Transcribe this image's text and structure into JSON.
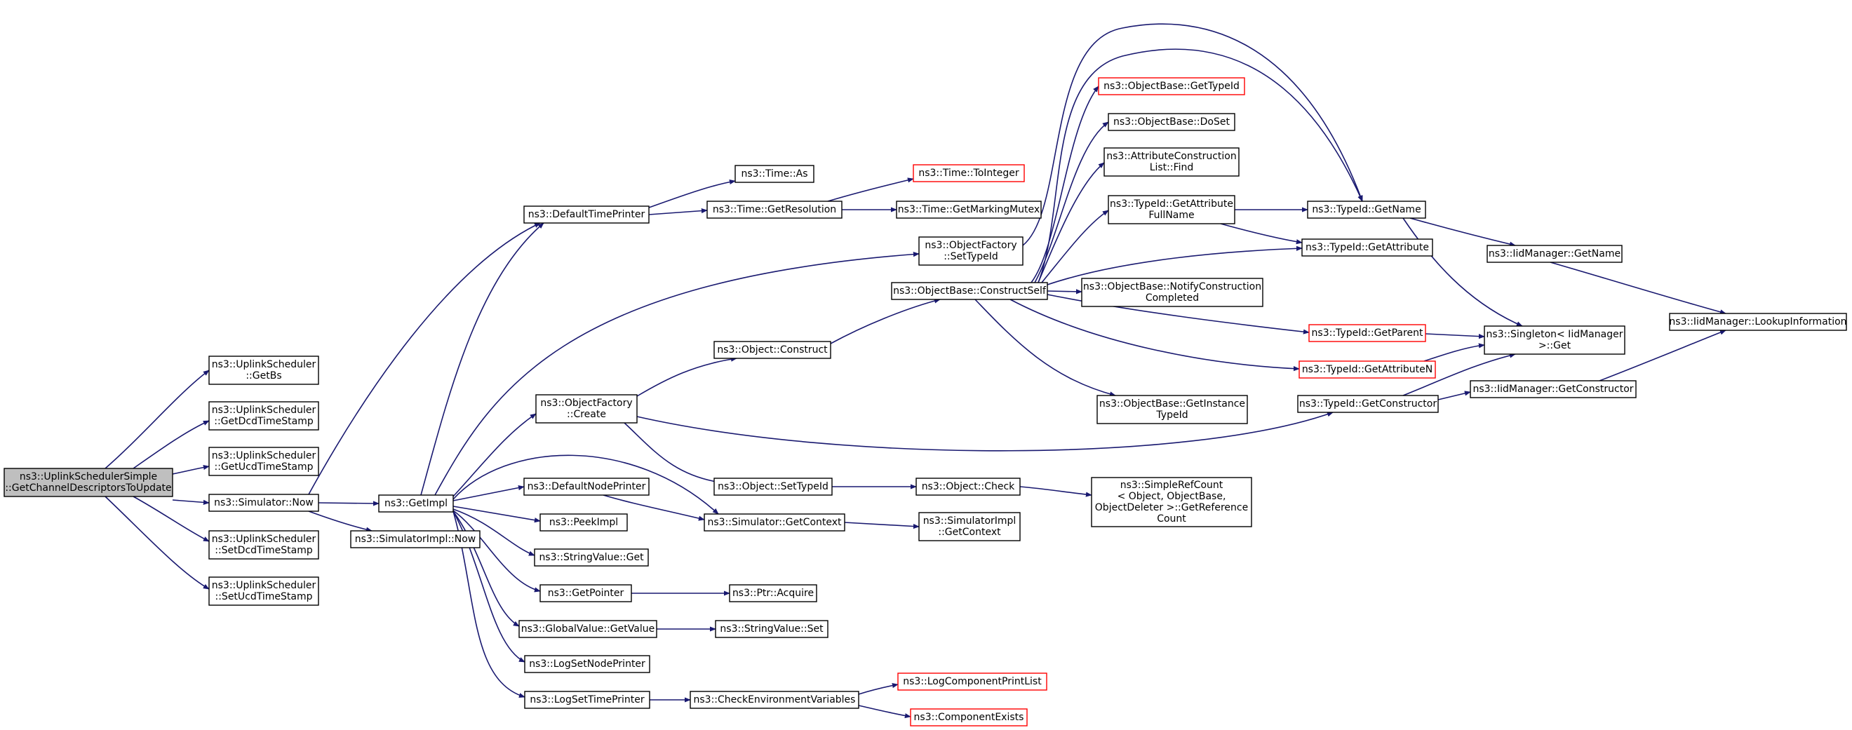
{
  "colors": {
    "edge": "#191970",
    "node_border": "#000000",
    "node_border_truncated": "#ff0000",
    "root_fill": "#bfbfbf",
    "node_fill": "#ffffff"
  },
  "nodes": [
    {
      "id": "root",
      "lines": [
        "ns3::UplinkSchedulerSimple",
        "::GetChannelDescriptorsToUpdate"
      ],
      "style": "root"
    },
    {
      "id": "getbs",
      "lines": [
        "ns3::UplinkScheduler",
        "::GetBs"
      ],
      "style": "normal"
    },
    {
      "id": "getdcd",
      "lines": [
        "ns3::UplinkScheduler",
        "::GetDcdTimeStamp"
      ],
      "style": "normal"
    },
    {
      "id": "getucd",
      "lines": [
        "ns3::UplinkScheduler",
        "::GetUcdTimeStamp"
      ],
      "style": "normal"
    },
    {
      "id": "simnow",
      "lines": [
        "ns3::Simulator::Now"
      ],
      "style": "normal"
    },
    {
      "id": "setdcd",
      "lines": [
        "ns3::UplinkScheduler",
        "::SetDcdTimeStamp"
      ],
      "style": "normal"
    },
    {
      "id": "setucd",
      "lines": [
        "ns3::UplinkScheduler",
        "::SetUcdTimeStamp"
      ],
      "style": "normal"
    },
    {
      "id": "getimpl",
      "lines": [
        "ns3::GetImpl"
      ],
      "style": "normal"
    },
    {
      "id": "simimplnow",
      "lines": [
        "ns3::SimulatorImpl::Now"
      ],
      "style": "normal"
    },
    {
      "id": "deftimeprinter",
      "lines": [
        "ns3::DefaultTimePrinter"
      ],
      "style": "normal"
    },
    {
      "id": "timeas",
      "lines": [
        "ns3::Time::As"
      ],
      "style": "normal"
    },
    {
      "id": "timegetres",
      "lines": [
        "ns3::Time::GetResolution"
      ],
      "style": "normal"
    },
    {
      "id": "timetoint",
      "lines": [
        "ns3::Time::ToInteger"
      ],
      "style": "truncated"
    },
    {
      "id": "timemutex",
      "lines": [
        "ns3::Time::GetMarkingMutex"
      ],
      "style": "normal"
    },
    {
      "id": "ofsettypeid",
      "lines": [
        "ns3::ObjectFactory",
        "::SetTypeId"
      ],
      "style": "normal"
    },
    {
      "id": "ofcreate",
      "lines": [
        "ns3::ObjectFactory",
        "::Create"
      ],
      "style": "normal"
    },
    {
      "id": "objconstruct",
      "lines": [
        "ns3::Object::Construct"
      ],
      "style": "normal"
    },
    {
      "id": "obconstructself",
      "lines": [
        "ns3::ObjectBase::ConstructSelf"
      ],
      "style": "normal"
    },
    {
      "id": "objsettypeid",
      "lines": [
        "ns3::Object::SetTypeId"
      ],
      "style": "normal"
    },
    {
      "id": "objcheck",
      "lines": [
        "ns3::Object::Check"
      ],
      "style": "normal"
    },
    {
      "id": "refcount",
      "lines": [
        "ns3::SimpleRefCount",
        "< Object, ObjectBase,",
        "ObjectDeleter >::GetReference",
        "Count"
      ],
      "style": "normal"
    },
    {
      "id": "defnodeprinter",
      "lines": [
        "ns3::DefaultNodePrinter"
      ],
      "style": "normal"
    },
    {
      "id": "simgetcontext",
      "lines": [
        "ns3::Simulator::GetContext"
      ],
      "style": "normal"
    },
    {
      "id": "simimplgetcontext",
      "lines": [
        "ns3::SimulatorImpl",
        "::GetContext"
      ],
      "style": "normal"
    },
    {
      "id": "peekimpl",
      "lines": [
        "ns3::PeekImpl"
      ],
      "style": "normal"
    },
    {
      "id": "strvalget",
      "lines": [
        "ns3::StringValue::Get"
      ],
      "style": "normal"
    },
    {
      "id": "getpointer",
      "lines": [
        "ns3::GetPointer"
      ],
      "style": "normal"
    },
    {
      "id": "ptracquire",
      "lines": [
        "ns3::Ptr::Acquire"
      ],
      "style": "normal"
    },
    {
      "id": "gvgetvalue",
      "lines": [
        "ns3::GlobalValue::GetValue"
      ],
      "style": "normal"
    },
    {
      "id": "strvalset",
      "lines": [
        "ns3::StringValue::Set"
      ],
      "style": "normal"
    },
    {
      "id": "logsetnode",
      "lines": [
        "ns3::LogSetNodePrinter"
      ],
      "style": "normal"
    },
    {
      "id": "logsettime",
      "lines": [
        "ns3::LogSetTimePrinter"
      ],
      "style": "normal"
    },
    {
      "id": "checkenv",
      "lines": [
        "ns3::CheckEnvironmentVariables"
      ],
      "style": "normal"
    },
    {
      "id": "logcompprint",
      "lines": [
        "ns3::LogComponentPrintList"
      ],
      "style": "truncated"
    },
    {
      "id": "compexists",
      "lines": [
        "ns3::ComponentExists"
      ],
      "style": "truncated"
    },
    {
      "id": "obgettypeid",
      "lines": [
        "ns3::ObjectBase::GetTypeId"
      ],
      "style": "truncated"
    },
    {
      "id": "obdoset",
      "lines": [
        "ns3::ObjectBase::DoSet"
      ],
      "style": "normal"
    },
    {
      "id": "acfind",
      "lines": [
        "ns3::AttributeConstruction",
        "List::Find"
      ],
      "style": "normal"
    },
    {
      "id": "tidgetattrfull",
      "lines": [
        "ns3::TypeId::GetAttribute",
        "FullName"
      ],
      "style": "normal"
    },
    {
      "id": "obnotify",
      "lines": [
        "ns3::ObjectBase::NotifyConstruction",
        "Completed"
      ],
      "style": "normal"
    },
    {
      "id": "obgetinst",
      "lines": [
        "ns3::ObjectBase::GetInstance",
        "TypeId"
      ],
      "style": "normal"
    },
    {
      "id": "tidgetname",
      "lines": [
        "ns3::TypeId::GetName"
      ],
      "style": "normal"
    },
    {
      "id": "tidgetattr",
      "lines": [
        "ns3::TypeId::GetAttribute"
      ],
      "style": "normal"
    },
    {
      "id": "tidgetparent",
      "lines": [
        "ns3::TypeId::GetParent"
      ],
      "style": "truncated"
    },
    {
      "id": "tidgetattrn",
      "lines": [
        "ns3::TypeId::GetAttributeN"
      ],
      "style": "truncated"
    },
    {
      "id": "tidgetctor",
      "lines": [
        "ns3::TypeId::GetConstructor"
      ],
      "style": "normal"
    },
    {
      "id": "iidgetname",
      "lines": [
        "ns3::IidManager::GetName"
      ],
      "style": "normal"
    },
    {
      "id": "singletonget",
      "lines": [
        "ns3::Singleton< IidManager",
        ">::Get"
      ],
      "style": "normal"
    },
    {
      "id": "iidgetctor",
      "lines": [
        "ns3::IidManager::GetConstructor"
      ],
      "style": "normal"
    },
    {
      "id": "iidlookup",
      "lines": [
        "ns3::IidManager::LookupInformation"
      ],
      "style": "normal"
    }
  ]
}
